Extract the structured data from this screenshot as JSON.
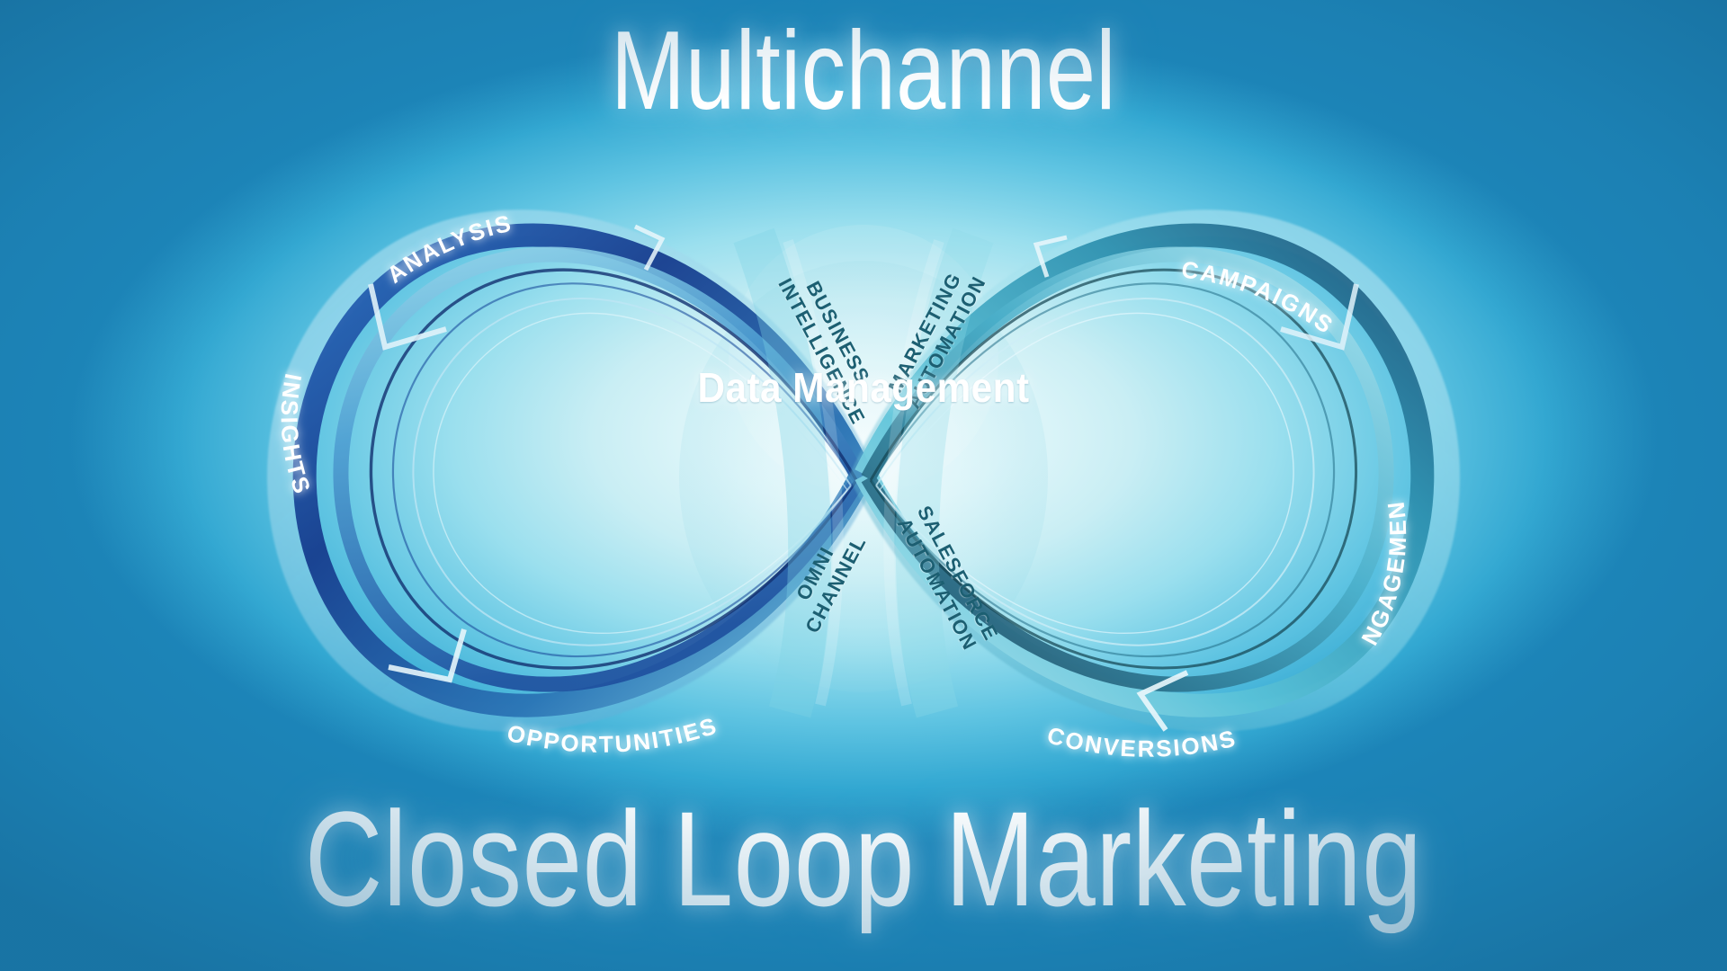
{
  "titles": {
    "top": "Multichannel",
    "bottom": "Closed Loop Marketing"
  },
  "center": {
    "label": "Data Management"
  },
  "colors": {
    "background_edge": "#1a7aad",
    "background_center_glow": "#f2fcfd",
    "ribbon_dark_blue": "#1b3f8f",
    "ribbon_mid_blue": "#2f77b8",
    "ribbon_light_cyan": "#8fd8e8",
    "ribbon_teal": "#2e9fb8",
    "outer_label_text": "#ffffff",
    "inner_label_text": "#1c5f72",
    "title_text": "#ffffff"
  },
  "loop": {
    "shape": "infinity",
    "left_ring": {
      "labels": [
        {
          "id": "analysis",
          "text": "ANALYSIS",
          "position": "top-left-arc"
        },
        {
          "id": "insights",
          "text": "INSIGHTS",
          "position": "left-arc"
        },
        {
          "id": "opportunities",
          "text": "OPPORTUNITIES",
          "position": "bottom-left-arc"
        }
      ]
    },
    "right_ring": {
      "labels": [
        {
          "id": "campaigns",
          "text": "CAMPAIGNS",
          "position": "top-right-arc"
        },
        {
          "id": "engagement",
          "text": "ENGAGEMENT",
          "position": "right-arc"
        },
        {
          "id": "conversions",
          "text": "CONVERSIONS",
          "position": "bottom-right-arc"
        }
      ]
    },
    "crossover_labels": [
      {
        "id": "business-intelligence",
        "text": "BUSINESS\nINTELLIGENCE",
        "position": "upper-left-cross",
        "rotation": 62
      },
      {
        "id": "marketing-automation",
        "text": "MARKETING\nAUTOMATION",
        "position": "upper-right-cross",
        "rotation": -62
      },
      {
        "id": "omni-channel",
        "text": "OMNI\nCHANNEL",
        "position": "lower-left-cross",
        "rotation": -62
      },
      {
        "id": "salesforce-automation",
        "text": "SALESFORCE\nAUTOMATION",
        "position": "lower-right-cross",
        "rotation": 62
      }
    ]
  }
}
